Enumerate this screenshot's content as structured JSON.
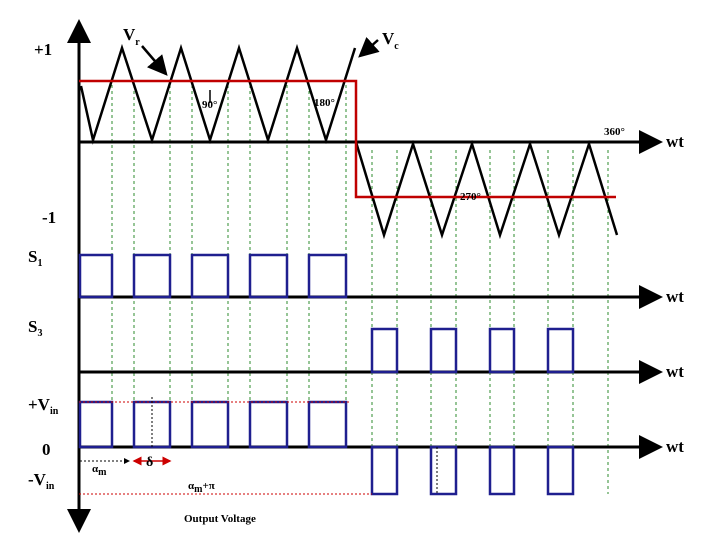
{
  "labels": {
    "plus_one": "+1",
    "minus_one": "-1",
    "vr": "V",
    "vr_sub": "r",
    "vc": "V",
    "vc_sub": "c",
    "deg90": "90°",
    "deg180": "180°",
    "deg270": "270°",
    "deg360": "360°",
    "wt_top": "wt",
    "wt_s1": "wt",
    "wt_s3": "wt",
    "wt_out": "wt",
    "s1": "S",
    "s1_sub": "1",
    "s3": "S",
    "s3_sub": "3",
    "vin_plus": "+V",
    "vin_plus_sub": "in",
    "zero": "0",
    "vin_minus": "-V",
    "vin_minus_sub": "in",
    "alpha_m": "α",
    "alpha_m_sub": "m",
    "delta": "δ",
    "alpha_m_pi": "α",
    "alpha_m_pi_sub": "m",
    "alpha_m_pi_rest": "+π",
    "caption": "Output Voltage"
  },
  "colors": {
    "axis": "#000000",
    "carrier": "#000000",
    "reference": "#c00000",
    "pulse": "#1f1f8f",
    "guide": "#2e8b2e",
    "annotation": "#cc0000"
  }
}
